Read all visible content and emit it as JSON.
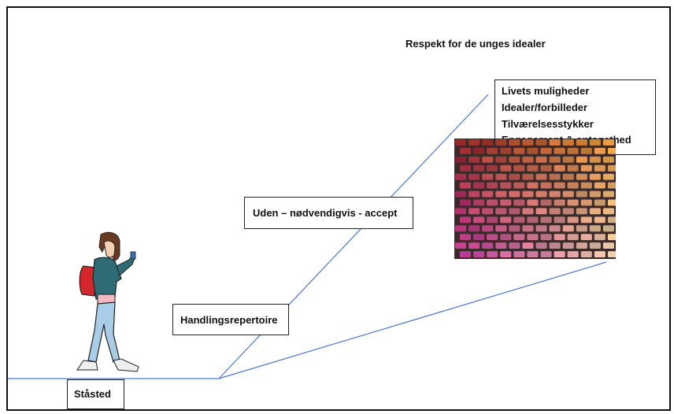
{
  "labels": {
    "respekt": "Respekt for de unges idealer",
    "livets_lines": [
      "Livets muligheder",
      "Idealer/forbilleder",
      "Tilværelsesstykker",
      "Engagement & optagethed"
    ],
    "uden": "Uden – nødvendigvis - accept",
    "handlings": "Handlingsrepertoire",
    "staasted": "Ståsted"
  },
  "colors": {
    "line": "#4a78c8",
    "border": "#222222"
  },
  "images": {
    "mosaic": "colorful-tile-mosaic",
    "person": "walking-girl-with-backpack"
  }
}
